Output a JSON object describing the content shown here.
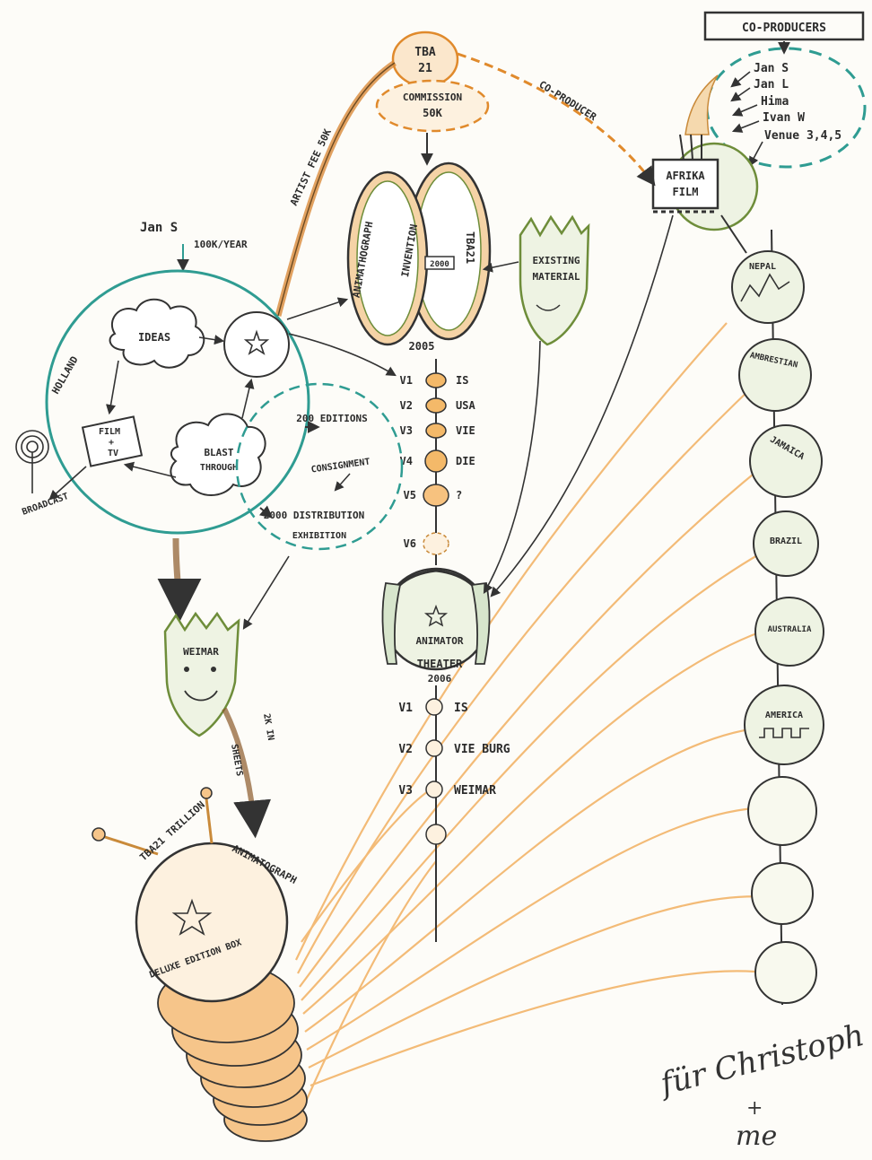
{
  "colors": {
    "ink": "#2f2f2f",
    "teal": "#2f9c92",
    "orange": "#f0a24a",
    "orange_light": "#f7c27f",
    "green": "#6e8d3a",
    "paper": "#fdfcf8"
  },
  "top_left": {
    "title": ""
  },
  "co_producers": {
    "box": "CO-PRODUCERS",
    "names": [
      "Jan S",
      "Jan L",
      "Hima",
      "Ivan W",
      "Venue 3,4,5"
    ]
  },
  "tba21": {
    "label1": "TBA",
    "label2": "21",
    "commission1": "COMMISSION",
    "commission2": "50K",
    "co_producer": "CO-PRODUCER",
    "artist_fee": "ARTIST FEE 50K"
  },
  "jan_s": {
    "name": "Jan S",
    "fee": "100K/YEAR"
  },
  "studio": {
    "ideas": "IDEAS",
    "film_tv1": "FILM",
    "film_tv2": "+",
    "film_tv3": "TV",
    "blast1": "BLAST",
    "blast2": "THROUGH",
    "holland": "HOLLAND",
    "broadcast": "BROADCAST"
  },
  "editions": {
    "label1": "200 EDITIONS",
    "label2": "CONSIGNMENT",
    "label3": "2000 DISTRIBUTION",
    "label4": "EXHIBITION"
  },
  "disc": {
    "left": "ANIMATHOGRAPH",
    "center": "INVENTION",
    "right": "TBA21",
    "year": "2005",
    "hub": "2000"
  },
  "versions_a": [
    {
      "v": "V1",
      "where": "IS"
    },
    {
      "v": "V2",
      "where": "USA"
    },
    {
      "v": "V3",
      "where": "VIE"
    },
    {
      "v": "V4",
      "where": "DIE"
    },
    {
      "v": "V5",
      "where": "?"
    },
    {
      "v": "V6",
      "where": ""
    }
  ],
  "existing": {
    "label1": "EXISTING",
    "label2": "MATERIAL"
  },
  "theater": {
    "label1": "ANIMATOR",
    "label2": "THEATER",
    "year": "2006"
  },
  "versions_b": [
    {
      "v": "V1",
      "where": "IS"
    },
    {
      "v": "V2",
      "where": "VIE BURG"
    },
    {
      "v": "V3",
      "where": "WEIMAR"
    }
  ],
  "weimar": {
    "label": "WEIMAR",
    "note1": "SHEETS",
    "note2": "2K IN"
  },
  "africa": {
    "label1": "AFRIKA",
    "label2": "FILM"
  },
  "countries": [
    "NEPAL",
    "AMBRESTIAN",
    "JAMAICA",
    "BRAZIL",
    "AUSTRALIA",
    "AMERICA"
  ],
  "tbb_roll": {
    "label1": "TBA21 TRILLION",
    "label2": "ANIMATOGRAPH",
    "label3": "DELUXE EDITION BOX"
  },
  "dedication": {
    "line1": "für Christoph",
    "line2": "+",
    "line3": "me"
  }
}
